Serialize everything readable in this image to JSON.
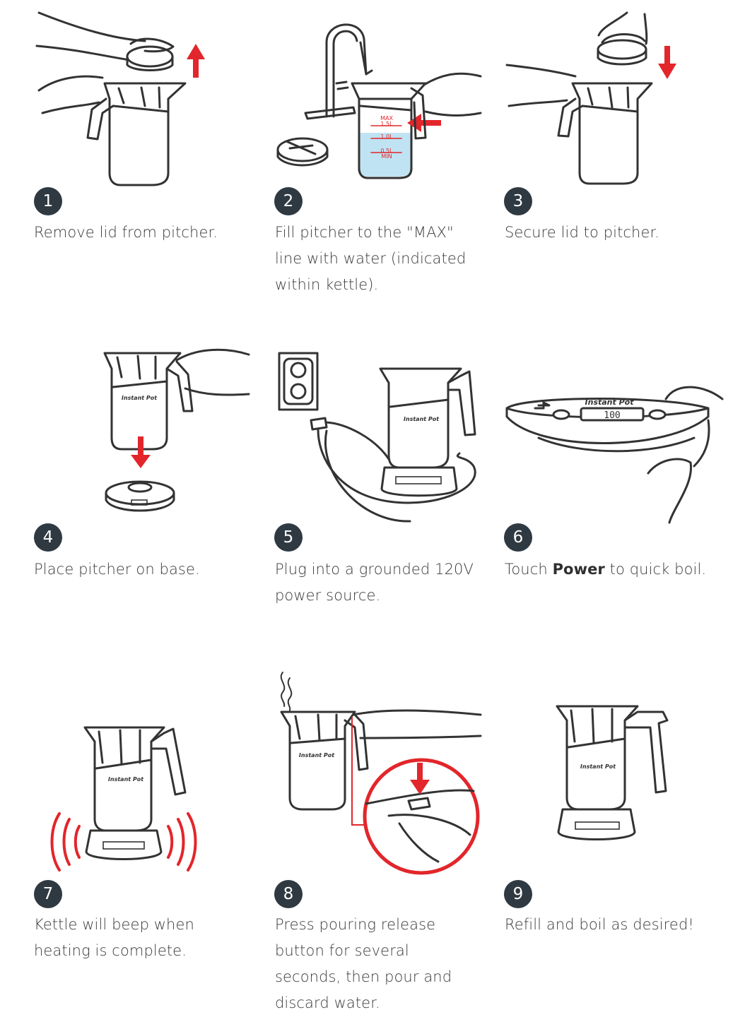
{
  "steps": [
    {
      "number": "1",
      "caption_lines": [
        "Remove lid from pitcher."
      ]
    },
    {
      "number": "2",
      "caption_lines": [
        "Fill pitcher to the \"MAX\"",
        "line with water (indicated",
        "within kettle)."
      ]
    },
    {
      "number": "3",
      "caption_lines": [
        "Secure lid to pitcher."
      ]
    },
    {
      "number": "4",
      "caption_lines": [
        "Place pitcher on base."
      ]
    },
    {
      "number": "5",
      "caption_lines": [
        "Plug into a grounded 120V",
        "power source."
      ]
    },
    {
      "number": "6",
      "caption_parts": {
        "before": "Touch ",
        "bold": "Power",
        "after": " to quick boil."
      }
    },
    {
      "number": "7",
      "caption_lines": [
        "Kettle will beep when",
        "heating is complete."
      ]
    },
    {
      "number": "8",
      "caption_lines": [
        "Press pouring release",
        "button for several",
        "seconds, then pour and",
        "discard water."
      ]
    },
    {
      "number": "9",
      "caption_lines": [
        "Refill and boil as desired!"
      ]
    }
  ],
  "illustration_labels": {
    "fill_max": "MAX",
    "fill_15": "1.5L",
    "fill_10": "1.0L",
    "fill_05": "0.5L",
    "fill_min": "MIN",
    "brand": "Instant Pot",
    "display": "100"
  },
  "colors": {
    "accent_red": "#e2262b",
    "water": "#bfe3f2",
    "badge": "#2f3941"
  }
}
